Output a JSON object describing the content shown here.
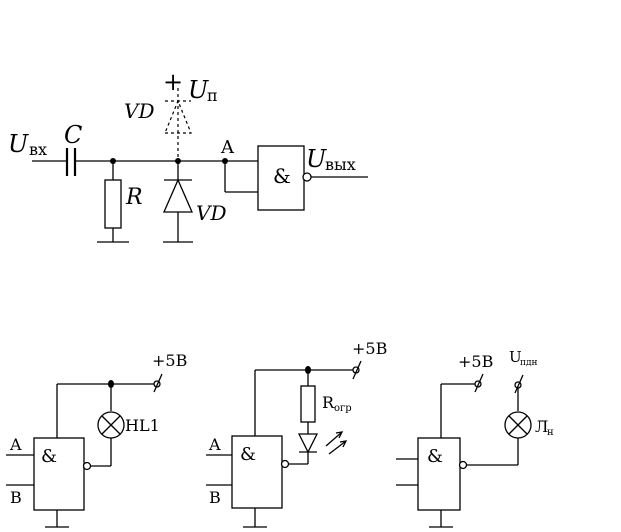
{
  "top_circuit": {
    "u_in": "U",
    "u_in_sub": "вх",
    "capacitor": "C",
    "resistor": "R",
    "diode_vd_top": "VD",
    "diode_vd_bottom": "VD",
    "supply_plus": "+",
    "supply": "U",
    "supply_sub": "п",
    "node": "A",
    "gate": "&",
    "u_out": "U",
    "u_out_sub": "вых"
  },
  "bottom_left": {
    "supply": "+5В",
    "lamp": "HL1",
    "in_a": "A",
    "in_b": "B",
    "gate": "&"
  },
  "bottom_middle": {
    "supply": "+5В",
    "resistor": "R",
    "resistor_sub": "огр",
    "in_a": "A",
    "in_b": "B",
    "gate": "&"
  },
  "bottom_right": {
    "supply": "+5В",
    "lamp_supply": "U",
    "lamp_supply_sub": "пдн",
    "lamp": "Л",
    "lamp_sub": "н",
    "gate": "&"
  }
}
